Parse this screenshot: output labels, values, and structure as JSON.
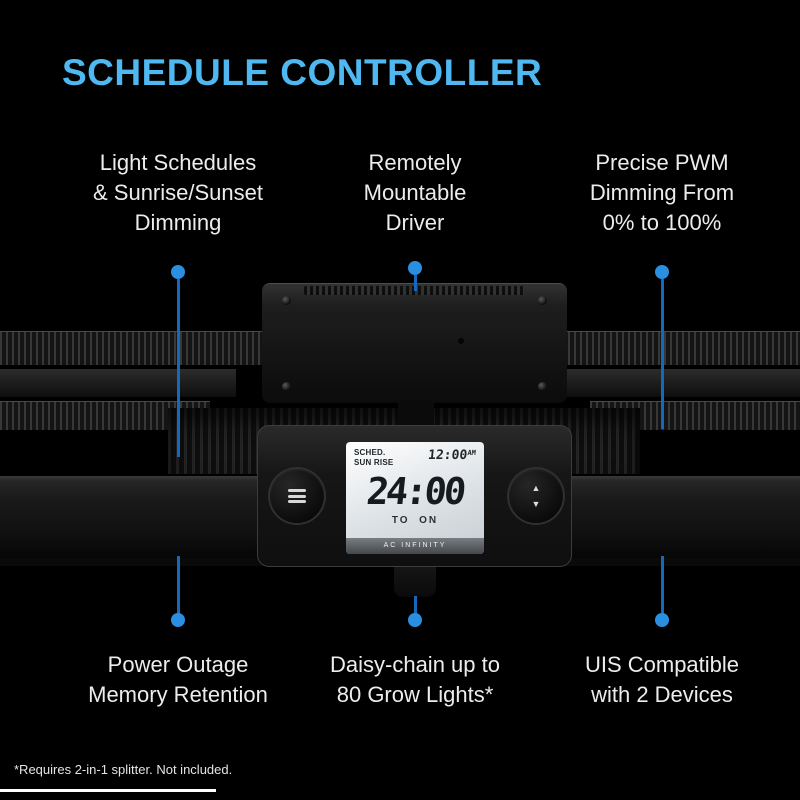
{
  "page": {
    "title": "SCHEDULE CONTROLLER",
    "footnote": "*Requires 2-in-1 splitter. Not included."
  },
  "features": {
    "top_left": "Light Schedules\n& Sunrise/Sunset\nDimming",
    "top_center": "Remotely\nMountable\nDriver",
    "top_right": "Precise PWM\nDimming From\n0% to 100%",
    "bottom_left": "Power Outage\nMemory Retention",
    "bottom_center": "Daisy-chain up to\n80 Grow Lights*",
    "bottom_right": "UIS Compatible\nwith 2 Devices"
  },
  "controller": {
    "lcd": {
      "mode": "SCHED.\nSUN RISE",
      "clock_time": "12:00",
      "clock_ampm": "AM",
      "main_time": "24:00",
      "status": "TO  ON",
      "brand": "AC INFINITY"
    },
    "up_icon": "▲",
    "down_icon": "▼"
  },
  "colors": {
    "background": "#000000",
    "accent": "#4fb8f0",
    "connector_line": "#1668bd",
    "connector_dot": "#2a8fe0",
    "text": "#ececec"
  }
}
